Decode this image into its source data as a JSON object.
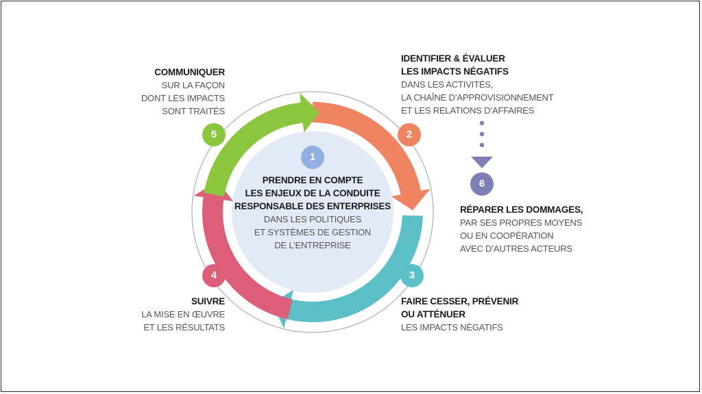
{
  "colors": {
    "step1": "#8fb0e0",
    "step2": "#f08361",
    "step3": "#5bbfc8",
    "step4": "#dc5e78",
    "step5": "#8cc63f",
    "step6": "#7b7fb3",
    "center_fill": "#e3eaf7",
    "ring": "#b3b3b3"
  },
  "steps": {
    "s1": {
      "num": "1",
      "title_lines": [
        "PRENDRE EN COMPTE",
        "LES ENJEUX DE LA CONDUITE",
        "RESPONSABLE DES ENTERPRISES"
      ],
      "desc_lines": [
        "DANS LES POLITIQUES",
        "ET SYSTÈMES DE GESTION",
        "DE L’ENTREPRISE"
      ]
    },
    "s2": {
      "num": "2",
      "title_lines": [
        "IDENTIFIER & ÉVALUER",
        "LES IMPACTS NÉGATIFS"
      ],
      "desc_lines": [
        "DANS LES ACTIVITÉS,",
        "LA CHAÎNE D’APPROVISIONNEMENT",
        "ET LES RELATIONS D’AFFAIRES"
      ]
    },
    "s3": {
      "num": "3",
      "title_lines": [
        "FAIRE CESSER, PRÉVENIR",
        "OU ATTÉNUER"
      ],
      "desc_lines": [
        "LES IMPACTS NÉGATIFS"
      ]
    },
    "s4": {
      "num": "4",
      "title_lines": [
        "SUIVRE"
      ],
      "desc_lines": [
        "LA MISE EN ŒUVRE",
        "ET LES RÉSULTATS"
      ]
    },
    "s5": {
      "num": "5",
      "title_lines": [
        "COMMUNIQUER"
      ],
      "desc_lines": [
        "SUR LA FAÇON",
        "DONT LES IMPACTS",
        "SONT TRAITÉS"
      ]
    },
    "s6": {
      "num": "6",
      "title_lines": [
        "RÉPARER LES DOMMAGES,"
      ],
      "desc_lines": [
        "PAR SES PROPRES MOYENS",
        "OU EN COOPÉRATION",
        "AVEC D’AUTRES ACTEURS"
      ]
    }
  }
}
